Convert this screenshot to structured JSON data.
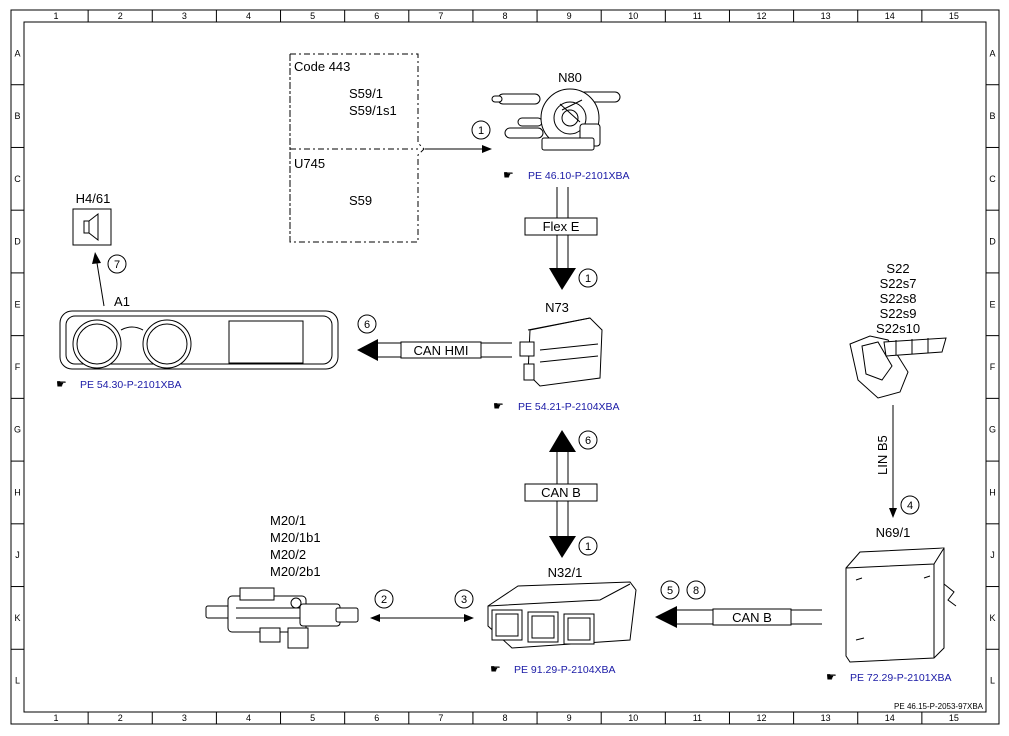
{
  "frame": {
    "columns": [
      "1",
      "2",
      "3",
      "4",
      "5",
      "6",
      "7",
      "8",
      "9",
      "10",
      "11",
      "12",
      "13",
      "14",
      "15"
    ],
    "rows": [
      "A",
      "B",
      "C",
      "D",
      "E",
      "F",
      "G",
      "H",
      "J",
      "K",
      "L"
    ],
    "footer_code": "PE 46.15-P-2053-97XBA"
  },
  "code_box": {
    "title_top": "Code 443",
    "items_top": [
      "S59/1",
      "S59/1s1"
    ],
    "title_bottom": "U745",
    "items_bottom": [
      "S59"
    ]
  },
  "components": {
    "n80": {
      "label": "N80",
      "ref": "PE 46.10-P-2101XBA"
    },
    "h4_61": {
      "label": "H4/61"
    },
    "a1": {
      "label": "A1",
      "ref": "PE 54.30-P-2101XBA"
    },
    "n73": {
      "label": "N73",
      "ref": "PE 54.21-P-2104XBA"
    },
    "s22": {
      "labels": [
        "S22",
        "S22s7",
        "S22s8",
        "S22s9",
        "S22s10"
      ]
    },
    "m20": {
      "labels": [
        "M20/1",
        "M20/1b1",
        "M20/2",
        "M20/2b1"
      ]
    },
    "n32_1": {
      "label": "N32/1",
      "ref": "PE 91.29-P-2104XBA"
    },
    "n69_1": {
      "label": "N69/1",
      "ref": "PE 72.29-P-2101XBA"
    }
  },
  "connections": {
    "flex_e": "Flex E",
    "can_hmi": "CAN HMI",
    "can_b_vertical": "CAN B",
    "can_b_horizontal": "CAN B",
    "lin_b5": "LIN B5"
  },
  "markers": {
    "m1_code": "1",
    "m1_flex": "1",
    "m1_canb": "1",
    "m2": "2",
    "m3": "3",
    "m4": "4",
    "m5": "5",
    "m6_hmi": "6",
    "m6_canb": "6",
    "m7": "7",
    "m8": "8"
  }
}
